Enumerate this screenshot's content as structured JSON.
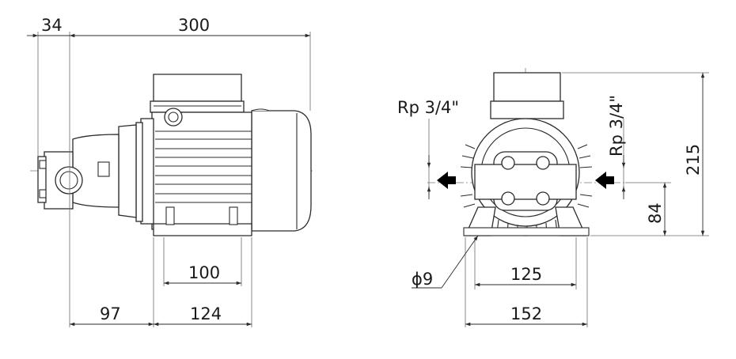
{
  "drawing": {
    "side_view": {
      "dims": {
        "pump_head_length": "34",
        "overall_length": "300",
        "foot_spacing": "100",
        "port_to_foot": "97",
        "foot_width": "124"
      }
    },
    "front_view": {
      "port_size_left": "Rp 3/4\"",
      "port_size_right": "Rp 3/4\"",
      "dims": {
        "overall_height": "215",
        "shaft_height": "84",
        "bolt_hole": "ϕ9",
        "foot_spacing": "125",
        "foot_width": "152"
      }
    },
    "colors": {
      "line": "#2b2b2b",
      "text": "#1a1a1a",
      "arrow": "#000000"
    }
  }
}
